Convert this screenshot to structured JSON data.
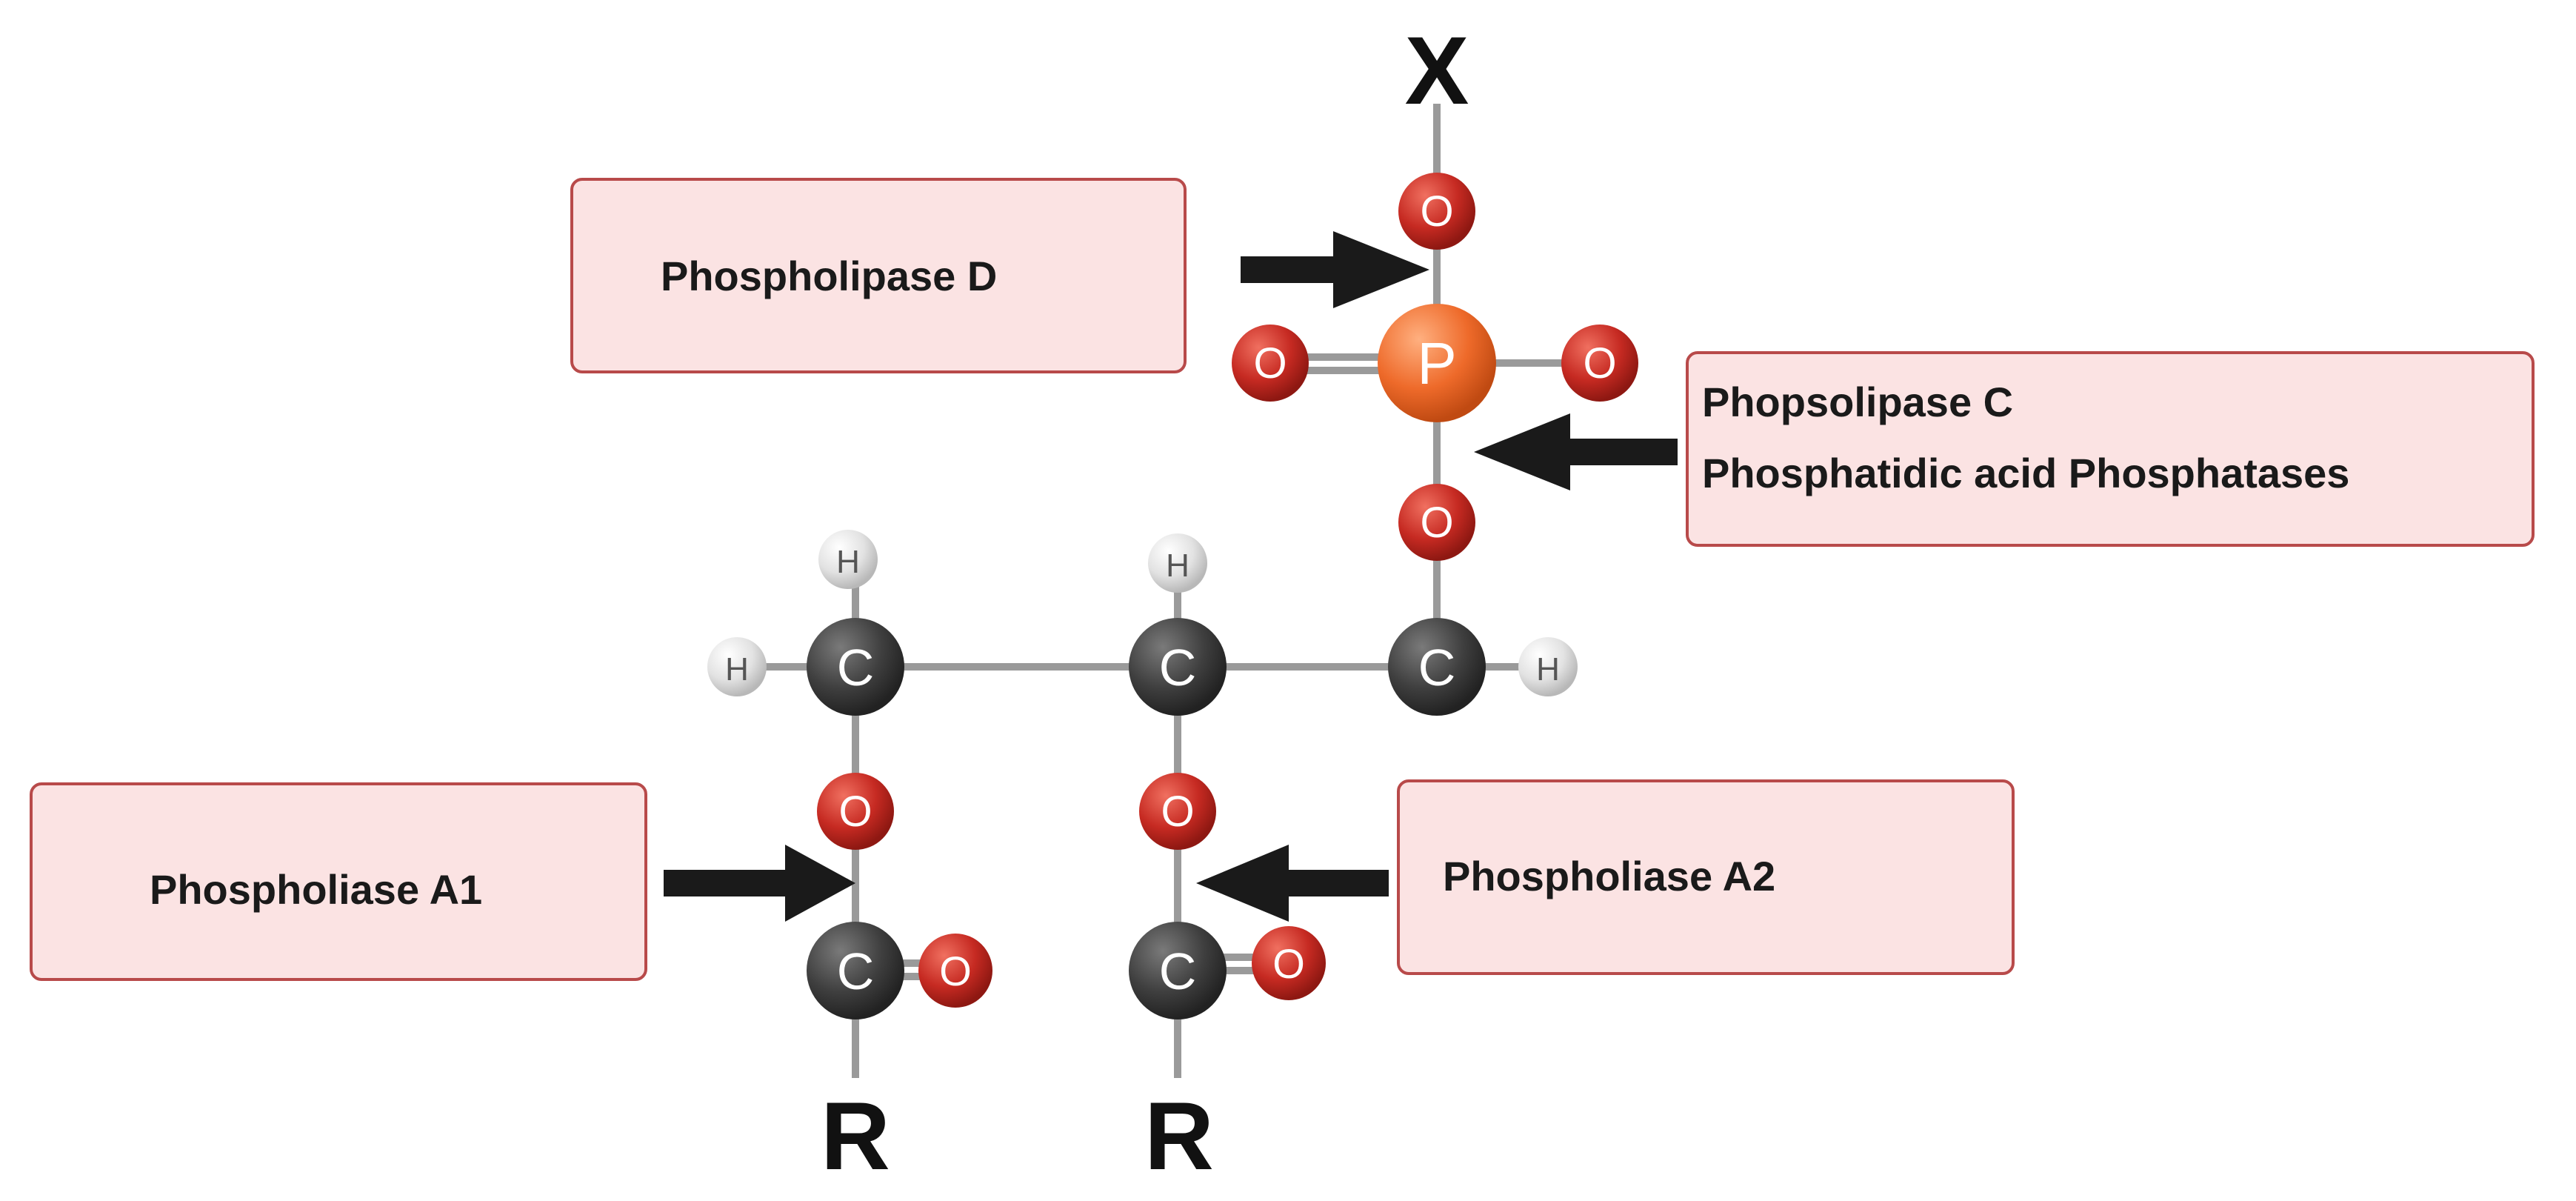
{
  "labels": {
    "phospholipase_d": "Phospholipase D",
    "phospholipase_c": "Phopsolipase C",
    "phosphatidic_acid_phosphatases": "Phosphatidic acid Phosphatases",
    "phospholipase_a1": "Phospholiase A1",
    "phospholipase_a2": "Phospholiase A2"
  },
  "groups": {
    "x": "X",
    "r": "R"
  },
  "atoms": {
    "oxygen": "O",
    "phosphorus": "P",
    "carbon": "C",
    "hydrogen": "H"
  },
  "colors": {
    "oxygen": "#c62a22",
    "phosphorus": "#ee6a2a",
    "carbon": "#3f3f3f",
    "hydrogen": "#e2e2e2",
    "box_fill": "#fbe3e3",
    "box_border": "#b84a4a",
    "arrow": "#1a1a1a"
  }
}
